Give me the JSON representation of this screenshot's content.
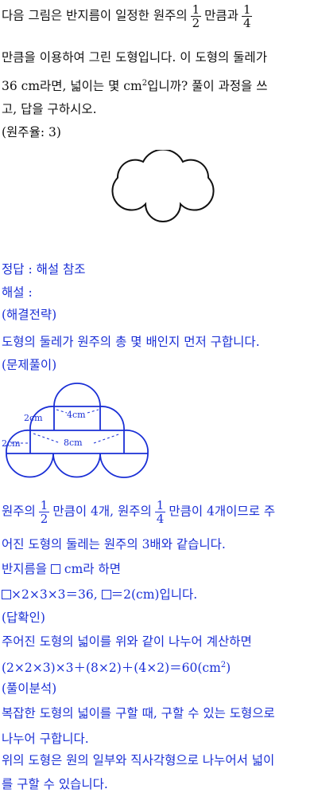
{
  "question": {
    "l1_a": "다음 그림은 반지름이 일정한 원주의",
    "frac_half": {
      "num": "1",
      "den": "2"
    },
    "l1_b": "만큼과",
    "frac_quarter": {
      "num": "1",
      "den": "4"
    },
    "l2": "만큼을 이용하여 그린 도형입니다. 이 도형의 둘레가",
    "l3_a": "36 cm라면, 넓이는 몇 cm",
    "l3_sup": "2",
    "l3_b": "입니까? 풀이 과정을 쓰",
    "l4": "고, 답을 구하시오.",
    "l5": "(원주율: 3)"
  },
  "answer": {
    "l_answer": "정답 : 해설 참조",
    "l_expl": "해설 :",
    "l_strategy_h": "(해결전략)",
    "l_strategy": "도형의 둘레가 원주의 총 몇 배인지 먼저 구합니다.",
    "l_solution_h": "(문제풀이)",
    "diagram": {
      "label_4cm": "4cm",
      "label_8cm": "8cm",
      "label_2cm_upper": "2cm",
      "label_2cm_lower": "2cm"
    },
    "s1_a": "원주의",
    "s1_b": "만큼이 4개, 원주의",
    "s1_c": "만큼이 4개이므로 주",
    "s2": "어진 도형의 둘레는 원주의 3배와 같습니다.",
    "s3_a": "반지름을",
    "s3_b": "cm라 하면",
    "s4_a": "×2×3×3＝36,",
    "s4_b": "＝2(cm)입니다.",
    "l_check_h": "(답확인)",
    "c1": "주어진 도형의 넓이를 위와 같이 나누어 계산하면",
    "c2_a": "(2×2×3)×3＋(8×2)＋(4×2)＝60(cm",
    "c2_sup": "2",
    "c2_b": ")",
    "l_analysis_h": "(풀이분석)",
    "a1": "복잡한 도형의 넓이를 구할 때, 구할 수 있는 도형으로",
    "a2": "나누어 구합니다.",
    "a3": "위의 도형은 원의 일부와 직사각형으로 나누어서 넓이",
    "a4": "를 구할 수 있습니다."
  }
}
